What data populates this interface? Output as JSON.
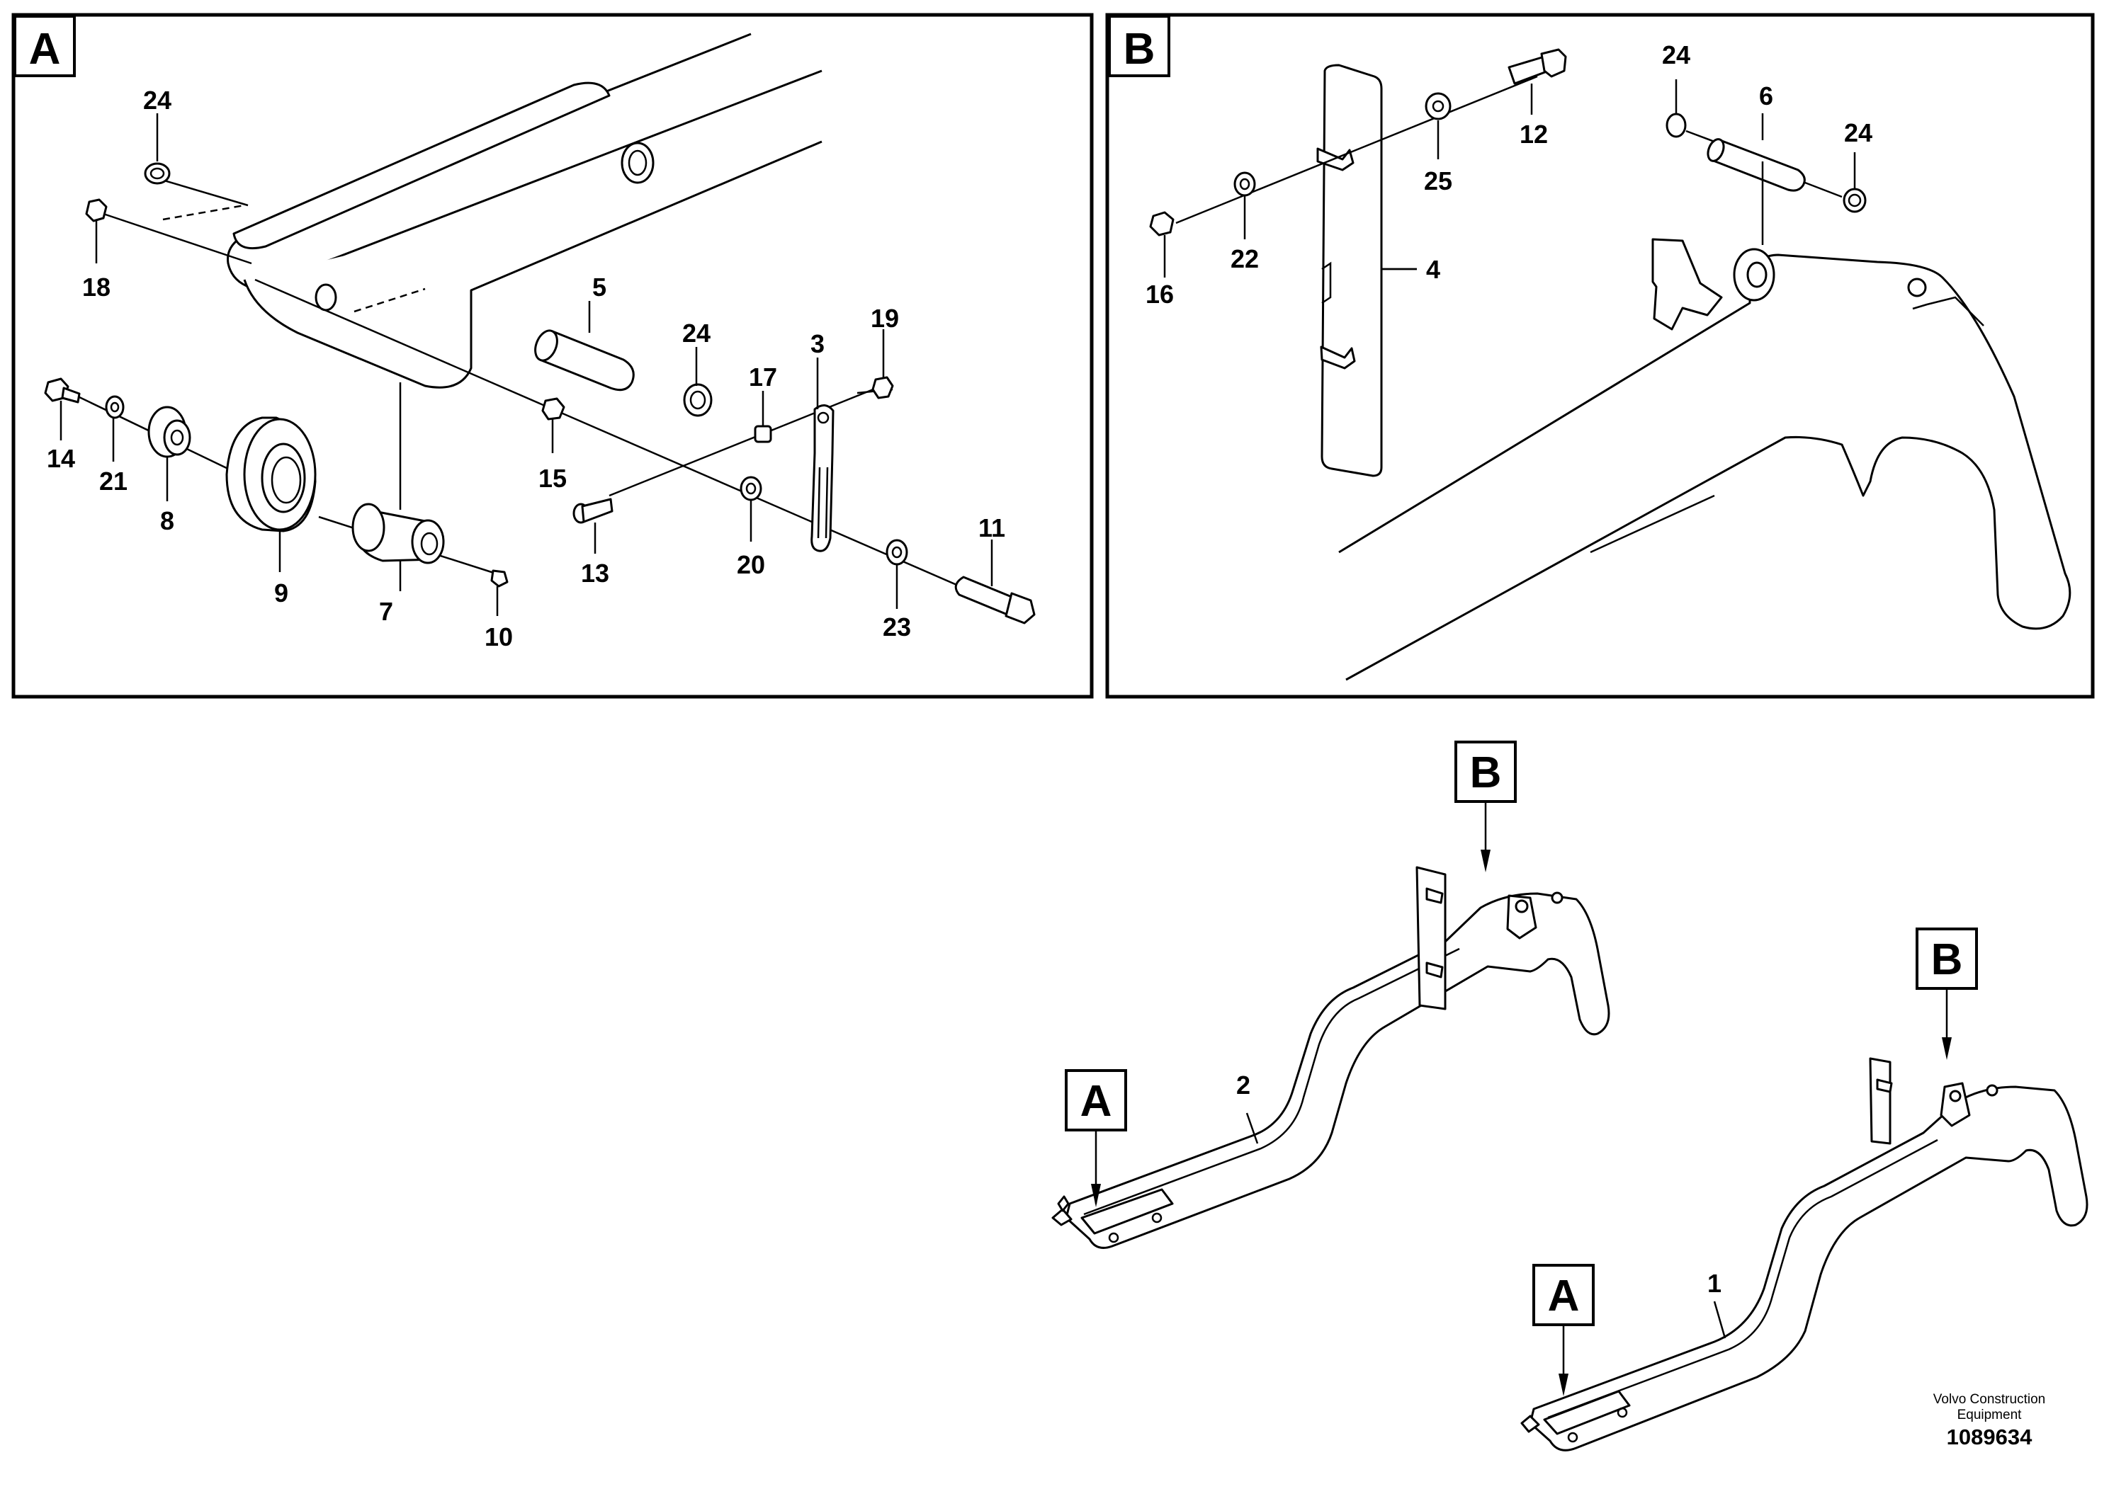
{
  "panels": {
    "a": {
      "tag": "A"
    },
    "b": {
      "tag": "B"
    }
  },
  "part_labels": {
    "p1": "1",
    "p2": "2",
    "p3": "3",
    "p4": "4",
    "p5": "5",
    "p6": "6",
    "p7": "7",
    "p8": "8",
    "p9": "9",
    "p10": "10",
    "p11": "11",
    "p12": "12",
    "p13": "13",
    "p14": "14",
    "p15": "15",
    "p16": "16",
    "p17": "17",
    "p18": "18",
    "p19": "19",
    "p20": "20",
    "p21": "21",
    "p22": "22",
    "p23": "23",
    "p24": "24",
    "p25": "25"
  },
  "callouts": {
    "a": "A",
    "b": "B"
  },
  "footer": {
    "company_line1": "Volvo Construction",
    "company_line2": "Equipment",
    "drawing_number": "1089634"
  }
}
